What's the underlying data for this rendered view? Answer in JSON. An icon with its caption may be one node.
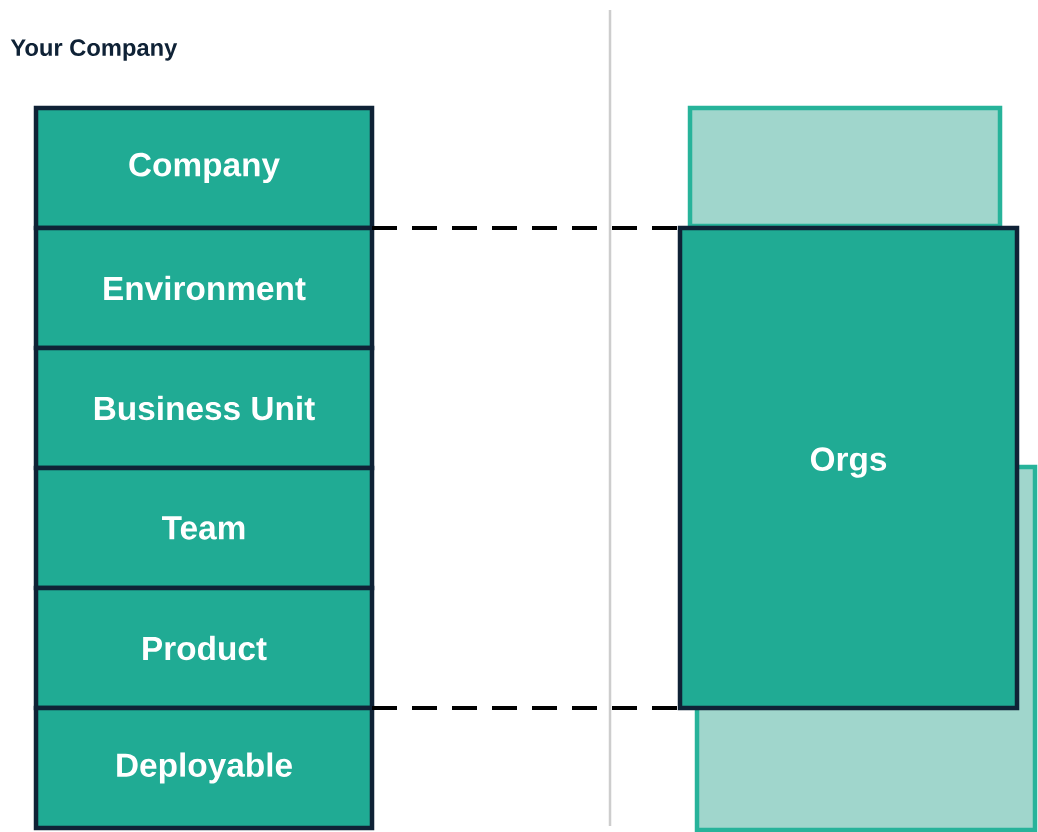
{
  "diagram": {
    "nodes": [
      {
        "text": [
          "Company"
        ]
      },
      {
        "text": [
          "Environment"
        ]
      },
      {
        "text": [
          "Business Unit"
        ]
      },
      {
        "text": [
          "Team"
        ]
      },
      {
        "text": [
          "Product"
        ]
      },
      {
        "text": [
          "Deployable"
        ]
      },
      {
        "text": [],
        "shape": "box"
      },
      {
        "text": [
          "Orgs"
        ]
      },
      {
        "text": [],
        "shape": "box"
      }
    ],
    "edges": [
      {
        "from": 1,
        "to": 7,
        "arrow": "none",
        "style": "dashed"
      },
      {
        "from": 4,
        "to": 7,
        "arrow": "none",
        "style": "dashed"
      }
    ],
    "labels": [
      "Your Company"
    ]
  }
}
